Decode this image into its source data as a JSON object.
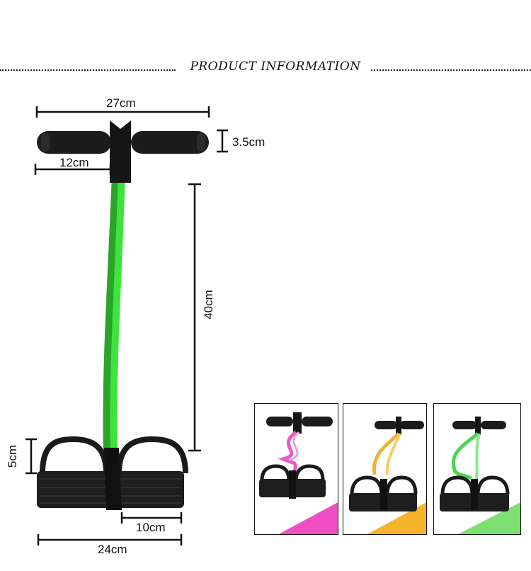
{
  "header": {
    "title": "PRODUCT INFORMATION"
  },
  "dimensions": {
    "handle_width": "27cm",
    "handle_diameter": "3.5cm",
    "grip_length": "12cm",
    "band_length": "40cm",
    "pedal_height": "5cm",
    "pedal_width": "10cm",
    "base_width": "24cm"
  },
  "variants": [
    {
      "color": "#e45cc8",
      "accent": "#f04fc4"
    },
    {
      "color": "#f2b233",
      "accent": "#f5b42a"
    },
    {
      "color": "#4ad552",
      "accent": "#7ee070"
    }
  ],
  "colors": {
    "band": "#3ee33e",
    "foam": "#1a1a1a"
  }
}
